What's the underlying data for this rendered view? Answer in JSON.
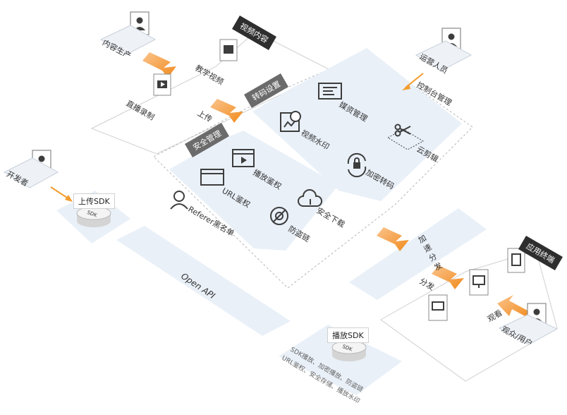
{
  "colors": {
    "panel": "#e9f0f8",
    "dashed": "#b7b7b7",
    "arrow": "#f39c2d",
    "tag_dark": "#2e2e2e",
    "tag_gray": "#6b6b6b",
    "icon": "#3d3d3d"
  },
  "content": {
    "tag": "视频内容",
    "producer": "内容生产",
    "teaching_video": "教学视频",
    "live_record": "直播录制",
    "upload": "上传"
  },
  "ops": {
    "person": "运营人员",
    "console": "控制台管理"
  },
  "transcode": {
    "tag": "转码设置",
    "asset": "媒资管理",
    "watermark": "视频水印",
    "cloud_edit": "云剪辑",
    "encrypt": "加密转码"
  },
  "security": {
    "tag": "安全管理",
    "play_auth": "播放鉴权",
    "url_auth": "URL鉴权",
    "secure_dl": "安全下载",
    "referer": "Referer黑名单",
    "anti_leech": "防盗链"
  },
  "developer": {
    "person": "开发者",
    "upload_sdk": "上传SDK",
    "sdk_chip": "SDK"
  },
  "open_api": "Open API",
  "acceleration": "加速分发",
  "player": {
    "label": "播放SDK",
    "chip": "SDK",
    "features": [
      "SDK播放、加密播放、防盗链",
      "URL鉴权、安全存储、播放水印"
    ]
  },
  "terminal": {
    "tag": "应用终端",
    "distribute": "分发",
    "watch": "观看",
    "viewer": "观众/用户"
  }
}
